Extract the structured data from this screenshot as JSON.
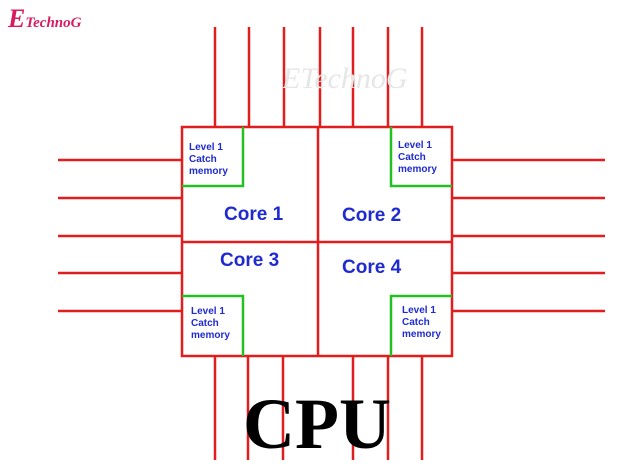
{
  "logo": {
    "initial": "E",
    "rest": "TechnoG"
  },
  "watermark": "ETechnoG",
  "cores": [
    "Core 1",
    "Core 2",
    "Core 3",
    "Core 4"
  ],
  "cache_label": "Level 1\nCatch\nmemory",
  "title": "CPU",
  "colors": {
    "pins": "#e11d1d",
    "chip": "#e11d1d",
    "cache": "#22c022",
    "label": "#1f2bd0",
    "logo": "#d81b60"
  }
}
